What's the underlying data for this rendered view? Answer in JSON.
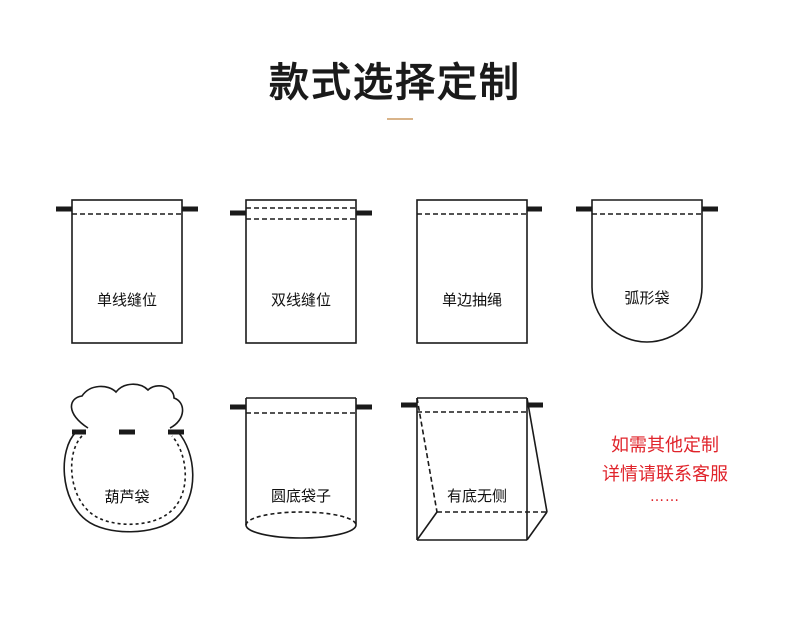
{
  "title": "款式选择定制",
  "styles": [
    {
      "label": "单线缝位"
    },
    {
      "label": "双线缝位"
    },
    {
      "label": "单边抽绳"
    },
    {
      "label": "弧形袋"
    },
    {
      "label": "葫芦袋"
    },
    {
      "label": "圆底袋子"
    },
    {
      "label": "有底无侧"
    }
  ],
  "custom_note": {
    "line1": "如需其他定制",
    "line2": "详情请联系客服",
    "ellipsis": "……"
  },
  "colors": {
    "accent": "#d9b48a",
    "note": "#e0242b",
    "stroke": "#1a1a1a"
  }
}
